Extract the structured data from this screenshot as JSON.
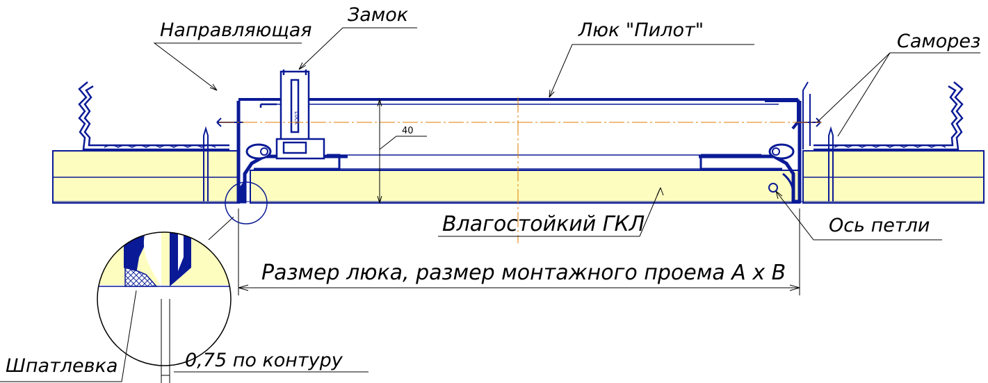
{
  "labels": {
    "guide": "Направляющая",
    "lock": "Замок",
    "hatch": "Люк \"Пилот\"",
    "screw": "Саморез",
    "board": "Влагостойкий ГКЛ",
    "hinge_axis": "Ось петли",
    "size": "Размер люка, размер монтажного проема А х В",
    "putty": "Шпатлевка",
    "gap": "0,75 по контуру",
    "depth": "40"
  },
  "colors": {
    "board_fill": "#fdfdc0",
    "frame": "#0a1a96",
    "frame_light": "#2a3bd6",
    "axis": "#e07b00",
    "lines": "#000000"
  }
}
